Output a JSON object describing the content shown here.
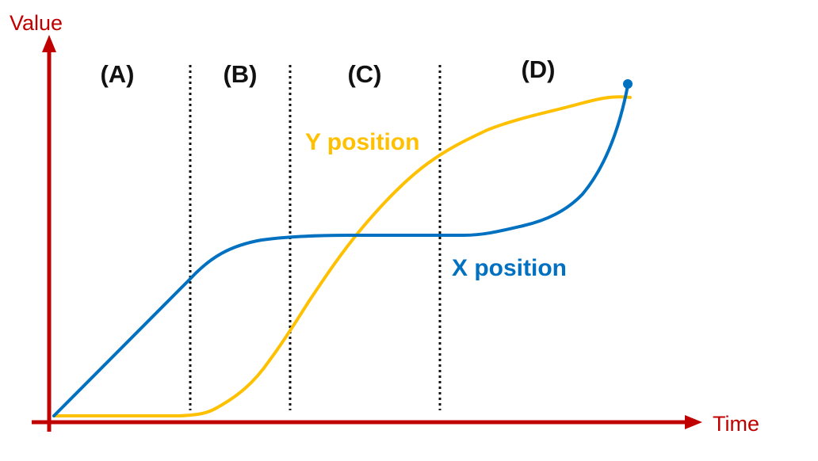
{
  "axes": {
    "y_label": "Value",
    "x_label": "Time",
    "color": "#c00000"
  },
  "phases": [
    {
      "label": "(A)"
    },
    {
      "label": "(B)"
    },
    {
      "label": "(C)"
    },
    {
      "label": "(D)"
    }
  ],
  "series": {
    "y_position": {
      "label": "Y position",
      "color": "#ffc000"
    },
    "x_position": {
      "label": "X position",
      "color": "#0070c0"
    }
  }
}
